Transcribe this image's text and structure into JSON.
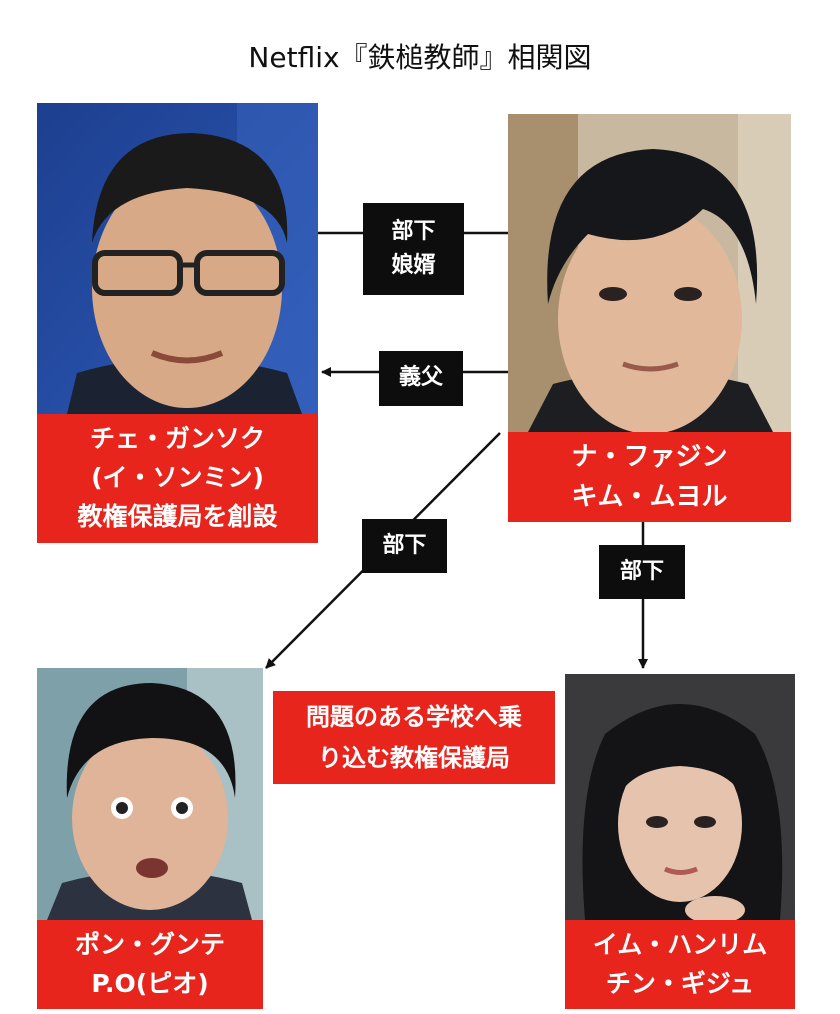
{
  "title": "Netflix『鉄槌教師』相関図",
  "characters": {
    "che": {
      "line1": "チェ・ガンソク",
      "line2": "(イ・ソンミン)",
      "line3": "教権保護局を創設"
    },
    "na": {
      "line1": "ナ・ファジン",
      "line2": "キム・ムヨル"
    },
    "pon": {
      "line1": "ポン・グンテ",
      "line2": "P.O(ピオ)"
    },
    "im": {
      "line1": "イム・ハンリム",
      "line2": "チン・ギジュ"
    }
  },
  "relations": {
    "subordinate_son_in_law": {
      "line1": "部下",
      "line2": "娘婿"
    },
    "father_in_law": "義父",
    "subordinate_left": "部下",
    "subordinate_right": "部下"
  },
  "note": {
    "line1": "問題のある学校へ乗",
    "line2": "り込む教権保護局"
  },
  "colors": {
    "accent_red": "#e8251d",
    "label_black": "#0d0d0d"
  }
}
